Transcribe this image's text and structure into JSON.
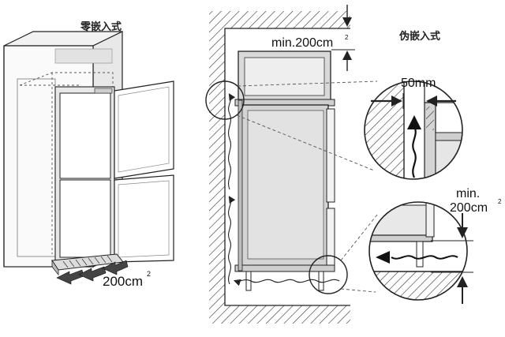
{
  "labels": {
    "left_title": "零嵌入式",
    "right_title": "伪嵌入式",
    "left_bottom_value": "200cm",
    "left_bottom_sup": "2",
    "top_gap_value": "min.200cm",
    "top_gap_sup": "2",
    "side_gap_value": "50mm",
    "bottom_gap_prefix": "min.",
    "bottom_gap_value": "200cm",
    "bottom_gap_sup": "2"
  },
  "colors": {
    "line": "#222222",
    "panel_fill": "#d4d4d4",
    "cabinet_fill": "#eeeeee",
    "inner_fill": "#f7f7f7",
    "dashed": "#555555"
  }
}
